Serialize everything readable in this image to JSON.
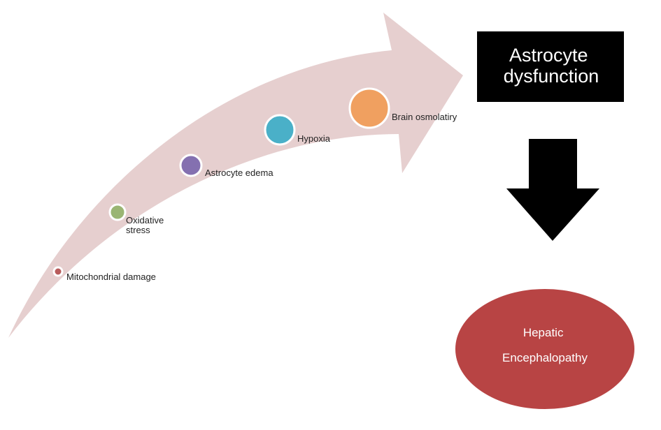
{
  "colors": {
    "curved_arrow": "#e6cfcf",
    "box_fill": "#000000",
    "box_text": "#ffffff",
    "down_arrow": "#000000",
    "oval_fill": "#b84444",
    "oval_text": "#ffffff",
    "label_text": "#222222"
  },
  "steps": [
    {
      "label_lines": [
        "Mitochondrial damage"
      ],
      "color": "#b85c5c"
    },
    {
      "label_lines": [
        "Oxidative",
        "stress"
      ],
      "color": "#9ab573"
    },
    {
      "label_lines": [
        "Astrocyte edema"
      ],
      "color": "#8470b0"
    },
    {
      "label_lines": [
        "Hypoxia"
      ],
      "color": "#4ab0c8"
    },
    {
      "label_lines": [
        "Brain osmolatiry"
      ],
      "color": "#f0a060"
    }
  ],
  "box": {
    "lines": [
      "Astrocyte",
      "dysfunction"
    ]
  },
  "oval": {
    "lines": [
      "Hepatic",
      "Encephalopathy"
    ]
  }
}
